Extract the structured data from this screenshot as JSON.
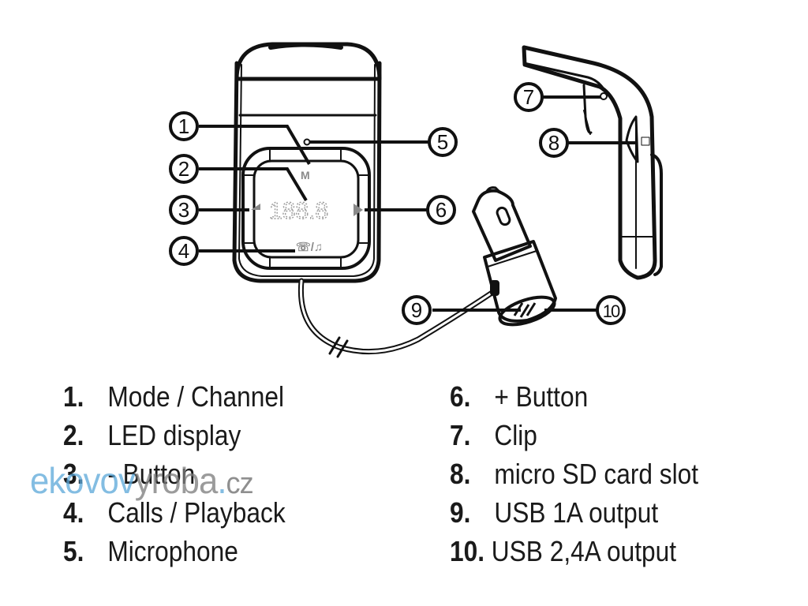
{
  "title": "FM transmitter diagram",
  "device": {
    "mode_key_label": "M",
    "display_readout": "188.8",
    "calls_playback_glyph": "☏/♫"
  },
  "callouts": [
    {
      "num": "1",
      "label": "Mode / Channel"
    },
    {
      "num": "2",
      "label": "LED display"
    },
    {
      "num": "3",
      "label": "- Button"
    },
    {
      "num": "4",
      "label": "Calls / Playback"
    },
    {
      "num": "5",
      "label": "Microphone"
    },
    {
      "num": "6",
      "label": "+ Button"
    },
    {
      "num": "7",
      "label": "Clip"
    },
    {
      "num": "8",
      "label": "micro SD card slot"
    },
    {
      "num": "9",
      "label": "USB 1A output"
    },
    {
      "num": "10",
      "label": "USB 2,4A output"
    }
  ],
  "legend": {
    "left": [
      {
        "num": "1.",
        "label": "Mode / Channel"
      },
      {
        "num": "2.",
        "label": "LED display"
      },
      {
        "num": "3.",
        "label": "- Button"
      },
      {
        "num": "4.",
        "label": "Calls / Playback"
      },
      {
        "num": "5.",
        "label": "Microphone"
      }
    ],
    "right": [
      {
        "num": "6.",
        "label": "+ Button"
      },
      {
        "num": "7.",
        "label": "Clip"
      },
      {
        "num": "8.",
        "label": "micro SD card slot"
      },
      {
        "num": "9.",
        "label": "USB 1A output"
      },
      {
        "num": "10.",
        "label": "USB 2,4A output"
      }
    ]
  },
  "watermark": {
    "part1": "ekovov",
    "part2": "yroba",
    "dot": ".",
    "tld": "cz"
  },
  "colors": {
    "line": "#111111",
    "display_gray": "#8a8a8a",
    "watermark_blue": "#5aa7d9",
    "watermark_gray": "#7a7a7a"
  }
}
